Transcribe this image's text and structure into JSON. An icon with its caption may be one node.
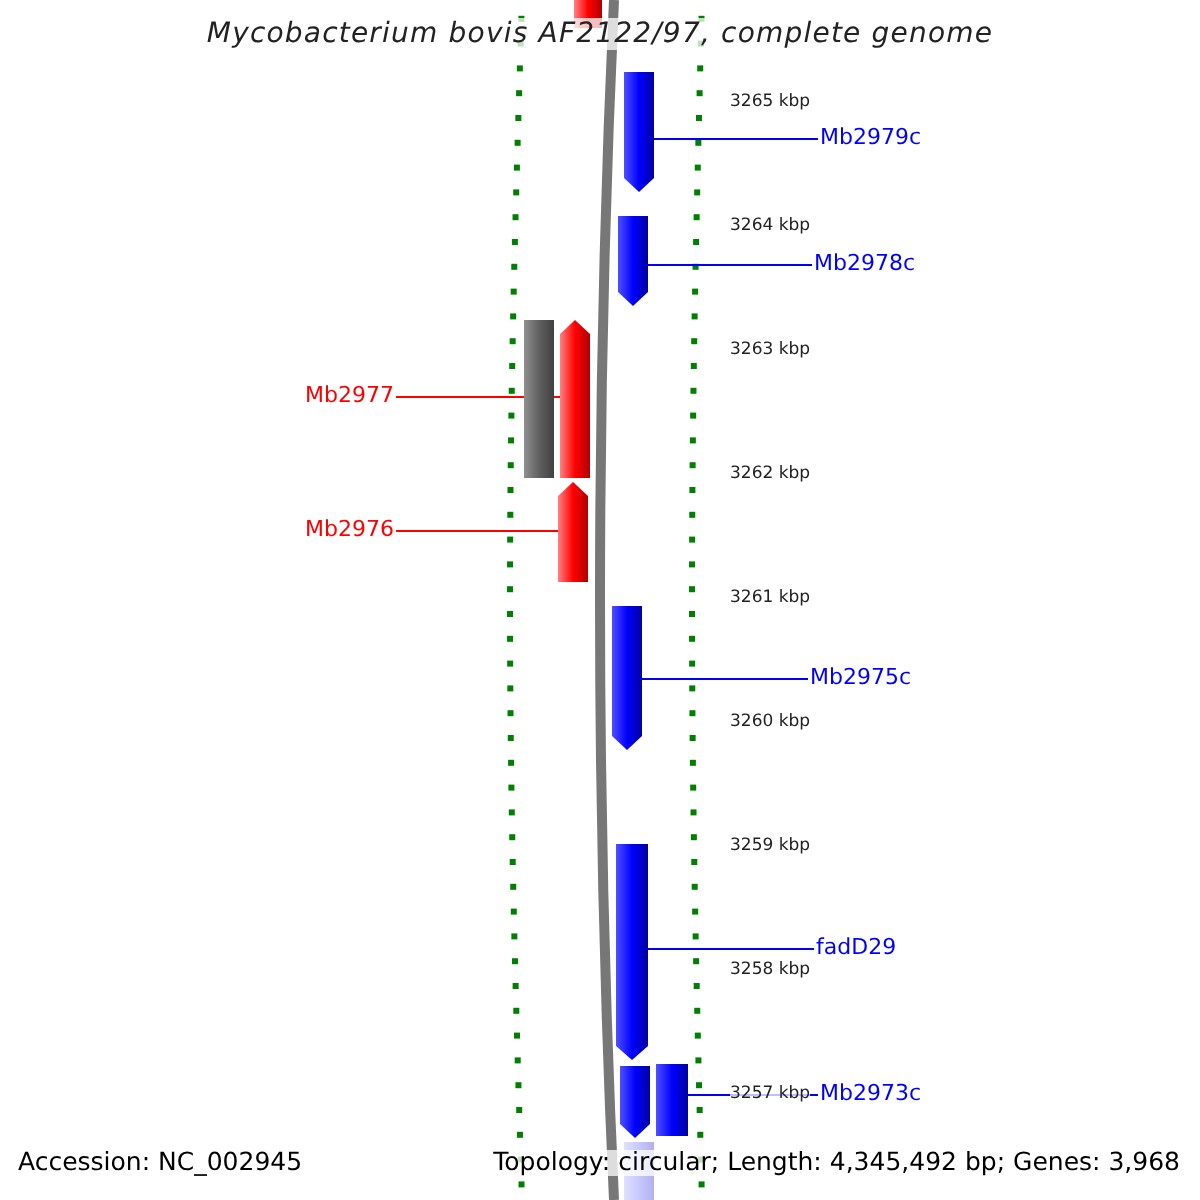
{
  "diagram": {
    "title": "Mycobacterium bovis AF2122/97, complete genome",
    "nodes": [
      {
        "text": [],
        "shape": "bar"
      },
      {
        "text": [
          "Mb2979c"
        ]
      },
      {
        "text": [],
        "shape": "bar"
      },
      {
        "text": [
          "Mb2978c"
        ]
      },
      {
        "text": [],
        "shape": "bar"
      },
      {
        "text": [
          "Mb2977"
        ]
      },
      {
        "text": [],
        "shape": "bar"
      },
      {
        "text": [],
        "shape": "bar"
      },
      {
        "text": [
          "Mb2976"
        ]
      },
      {
        "text": [],
        "shape": "bar"
      },
      {
        "text": [
          "Mb2975c"
        ]
      },
      {
        "text": [],
        "shape": "bar"
      },
      {
        "text": [
          "fadD29"
        ]
      },
      {
        "text": [],
        "shape": "bar"
      },
      {
        "text": [],
        "shape": "bar"
      },
      {
        "text": [
          "Mb2973c"
        ]
      },
      {
        "text": [],
        "shape": "bar"
      },
      {
        "text": [],
        "shape": "bar"
      }
    ],
    "edges": [
      {
        "from": 1,
        "to": 2,
        "arrow": "none"
      },
      {
        "from": 3,
        "to": 4,
        "arrow": "none"
      },
      {
        "from": 5,
        "to": 7,
        "arrow": "none",
        "color": "#ff0000"
      },
      {
        "from": 8,
        "to": 9,
        "arrow": "none",
        "color": "#ff0000"
      },
      {
        "from": 10,
        "to": 11,
        "arrow": "none"
      },
      {
        "from": 12,
        "to": 13,
        "arrow": "none"
      },
      {
        "from": 15,
        "to": 16,
        "arrow": "none"
      }
    ],
    "labels": [
      "3265 kbp",
      "3264 kbp",
      "3263 kbp",
      "3262 kbp",
      "3261 kbp",
      "3260 kbp",
      "3259 kbp",
      "3258 kbp",
      "3257 kbp",
      "Accession: NC_002945",
      "Topology: circular; Length: 4,345,492 bp; Genes: 3,968"
    ]
  }
}
